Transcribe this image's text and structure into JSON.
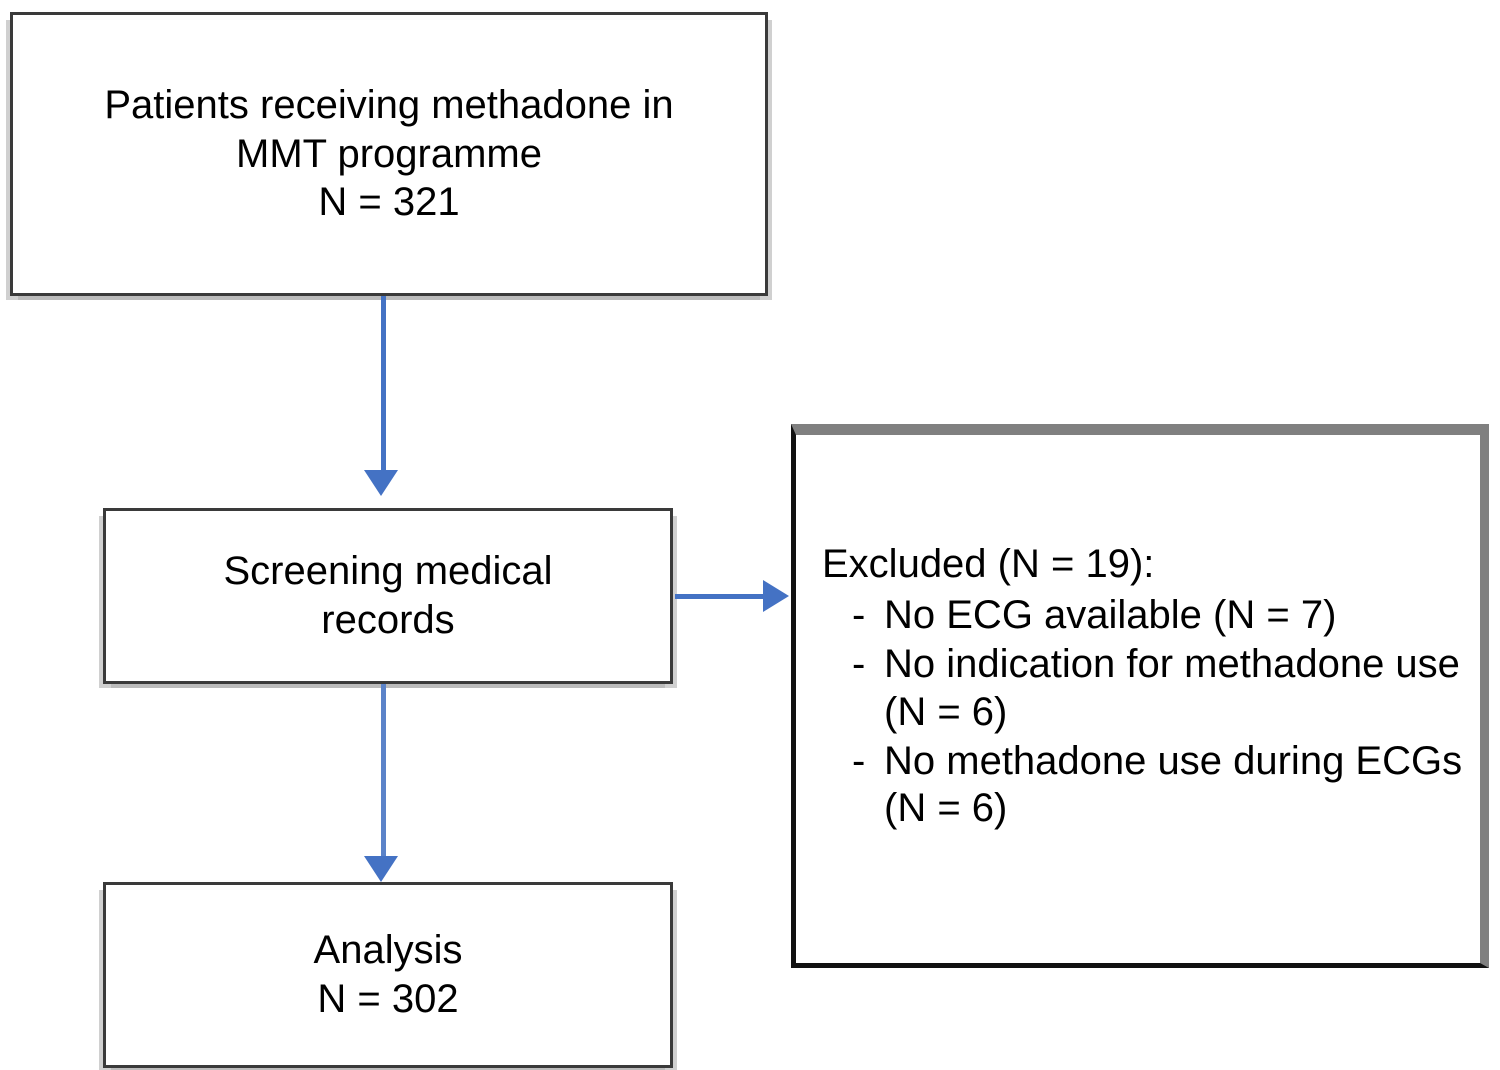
{
  "diagram": {
    "type": "flowchart",
    "title": "Patient selection flow diagram",
    "accent_color": "#4472C4",
    "box_border_dark": "#3A3A3A",
    "box_border_gray": "#808080",
    "background": "#FFFFFF"
  },
  "nodes": {
    "patients": {
      "lines": [
        "Patients receiving methadone in",
        "MMT programme",
        "N = 321"
      ]
    },
    "screening": {
      "lines": [
        "Screening medical",
        "records"
      ]
    },
    "analysis": {
      "lines": [
        "Analysis",
        "N = 302"
      ]
    },
    "excluded": {
      "title": "Excluded (N = 19):",
      "bullet_marker": "-",
      "items": [
        "No ECG available (N = 7)",
        "No indication for methadone use (N = 6)",
        "No methadone use during ECGs (N = 6)"
      ]
    }
  },
  "connectors": [
    {
      "name": "patients-to-screening",
      "direction": "down"
    },
    {
      "name": "screening-to-analysis",
      "direction": "down"
    },
    {
      "name": "screening-to-excluded",
      "direction": "right"
    }
  ]
}
